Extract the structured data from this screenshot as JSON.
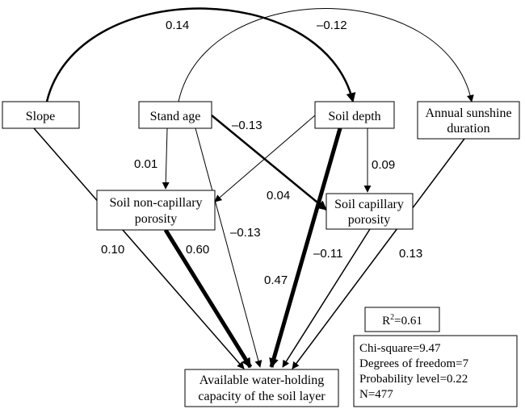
{
  "nodes": {
    "slope": "Slope",
    "stand_age": "Stand age",
    "soil_depth": "Soil depth",
    "sunshine_line1": "Annual sunshine",
    "sunshine_line2": "duration",
    "noncap_line1": "Soil non-capillary",
    "noncap_line2": "porosity",
    "cap_line1": "Soil capillary",
    "cap_line2": "porosity",
    "awc_line1": "Available water-holding",
    "awc_line2": "capacity of the soil layer"
  },
  "coefficients": {
    "slope_depth_cov": "0.14",
    "age_sunshine_cov": "–0.12",
    "age_to_cap": "–0.13",
    "age_to_noncap": "0.01",
    "depth_to_cap": "0.09",
    "depth_to_noncap": "0.04",
    "slope_to_awc": "0.10",
    "noncap_to_awc": "0.60",
    "age_to_awc": "–0.13",
    "depth_to_awc": "0.47",
    "cap_to_awc": "–0.11",
    "sunshine_to_awc": "0.13"
  },
  "stats": {
    "r2_prefix": "R",
    "r2_sup": "2",
    "r2_value": "=0.61",
    "chi_square": "Chi-square=9.47",
    "dof": "Degrees of freedom=7",
    "prob": "Probability level=0.22",
    "n": "N=477"
  }
}
